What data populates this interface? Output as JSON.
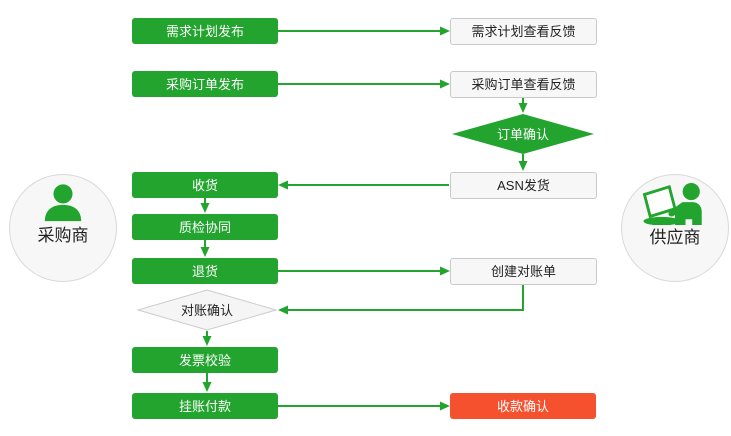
{
  "colors": {
    "green": "#22a42e",
    "red": "#f5512f",
    "white-box-bg": "#f7f7f7",
    "white-box-border": "#c9c9c9",
    "diamond-gray-bg": "#f5f5f5",
    "diamond-gray-border": "#cccccc",
    "text-dark": "#222222",
    "text-light": "#ffffff",
    "circle-bg": "#f7f7f7",
    "circle-border": "#d9d9d9"
  },
  "actors": {
    "buyer": {
      "label": "采购商",
      "icon": "person-icon"
    },
    "supplier": {
      "label": "供应商",
      "icon": "person-laptop-icon"
    }
  },
  "nodes": {
    "demand_plan_publish": "需求计划发布",
    "demand_plan_feedback": "需求计划查看反馈",
    "po_publish": "采购订单发布",
    "po_feedback": "采购订单查看反馈",
    "order_confirm": "订单确认",
    "asn_ship": "ASN发货",
    "receive": "收货",
    "quality_check": "质检协同",
    "return_goods": "退货",
    "create_statement": "创建对账单",
    "statement_confirm": "对账确认",
    "invoice_verify": "发票校验",
    "pending_payment": "挂账付款",
    "payment_confirm": "收款确认"
  },
  "edges": [
    {
      "from": "demand_plan_publish",
      "to": "demand_plan_feedback"
    },
    {
      "from": "po_publish",
      "to": "po_feedback"
    },
    {
      "from": "po_feedback",
      "to": "order_confirm"
    },
    {
      "from": "order_confirm",
      "to": "asn_ship"
    },
    {
      "from": "asn_ship",
      "to": "receive"
    },
    {
      "from": "receive",
      "to": "quality_check"
    },
    {
      "from": "quality_check",
      "to": "return_goods"
    },
    {
      "from": "return_goods",
      "to": "create_statement"
    },
    {
      "from": "create_statement",
      "to": "statement_confirm"
    },
    {
      "from": "statement_confirm",
      "to": "invoice_verify"
    },
    {
      "from": "invoice_verify",
      "to": "pending_payment"
    },
    {
      "from": "pending_payment",
      "to": "payment_confirm"
    }
  ]
}
